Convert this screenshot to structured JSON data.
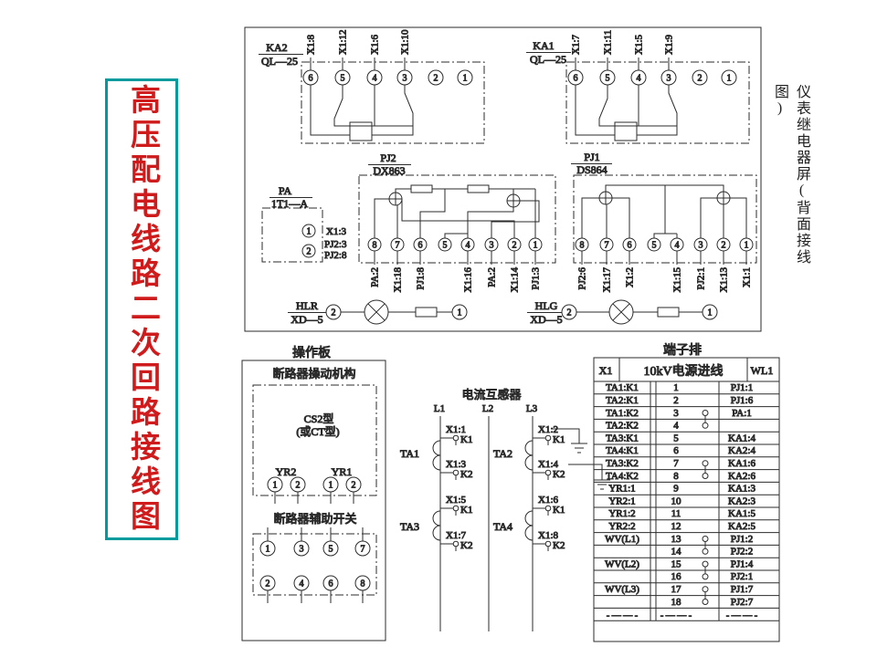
{
  "title": "高压配电线路二次回路接线图",
  "relay_panel": {
    "side_label": "仪表继电器屏(背面接线图)",
    "ka2": {
      "name": "KA2",
      "model": "QL—25",
      "terminals": [
        "6",
        "5",
        "4",
        "3",
        "2",
        "1"
      ],
      "top_labels": [
        "X1:8",
        "X1:12",
        "X1:6",
        "X1:10"
      ]
    },
    "ka1": {
      "name": "KA1",
      "model": "QL—25",
      "terminals": [
        "6",
        "5",
        "4",
        "3",
        "2",
        "1"
      ],
      "top_labels": [
        "X1:7",
        "X1:11",
        "X1:5",
        "X1:9"
      ]
    },
    "pj2": {
      "name": "PJ2",
      "model": "DX863",
      "terminals": [
        "8",
        "7",
        "6",
        "5",
        "4",
        "3",
        "2",
        "1"
      ],
      "bottom_labels": [
        "PA:2",
        "X1:18",
        "PJ1:8",
        "",
        "X1:16",
        "PA:2",
        "X1:14",
        "PJ1:3"
      ]
    },
    "pj1": {
      "name": "PJ1",
      "model": "DS864",
      "terminals": [
        "8",
        "7",
        "6",
        "5",
        "4",
        "3",
        "2",
        "1"
      ],
      "bottom_labels": [
        "PJ2:6",
        "X1:17",
        "X1:2",
        "",
        "X1:15",
        "PJ2:1",
        "X1:13",
        "X1:1"
      ]
    },
    "pa": {
      "name": "PA",
      "model": "1T1—A",
      "terminals": [
        "1",
        "2"
      ],
      "t1_label": "X1:3",
      "t2_labels": [
        "PJ2:3",
        "PJ2:8"
      ]
    },
    "hlr": {
      "name": "HLR",
      "model": "XD—5",
      "left_terminal": "2",
      "right_terminal": "1"
    },
    "hlg": {
      "name": "HLG",
      "model": "XD—5",
      "left_terminal": "2",
      "right_terminal": "1"
    }
  },
  "operation_panel": {
    "title": "操作板",
    "mechanism_title": "断路器操动机构",
    "type_line1": "CS2型",
    "type_line2": "(或CT型)",
    "yr2": "YR2",
    "yr1": "YR1",
    "yr_terminals": [
      "1",
      "2",
      "1",
      "2"
    ],
    "aux_title": "断路器辅助开关",
    "aux_top_terminals": [
      "1",
      "3",
      "5",
      "7"
    ],
    "aux_bottom_terminals": [
      "2",
      "4",
      "6",
      "8"
    ]
  },
  "ct_section": {
    "title": "电流互感器",
    "phases": [
      "L1",
      "L2",
      "L3"
    ],
    "transformers": [
      {
        "name": "TA1",
        "taps": [
          {
            "wire": "X1:1",
            "term": "K1"
          },
          {
            "wire": "X1:3",
            "term": "K2"
          }
        ]
      },
      {
        "name": "TA2",
        "taps": [
          {
            "wire": "X1:2",
            "term": "K1"
          },
          {
            "wire": "X1:4",
            "term": "K2"
          }
        ]
      },
      {
        "name": "TA3",
        "taps": [
          {
            "wire": "X1:5",
            "term": "K1"
          },
          {
            "wire": "X1:7",
            "term": "K2"
          }
        ]
      },
      {
        "name": "TA4",
        "taps": [
          {
            "wire": "X1:6",
            "term": "K1"
          },
          {
            "wire": "X1:8",
            "term": "K2"
          }
        ]
      }
    ]
  },
  "terminal_table": {
    "title": "端子排",
    "header": {
      "left": "X1",
      "middle": "10kV电源进线",
      "right": "WL1"
    },
    "rows": [
      {
        "l": "TA1:K1",
        "n": "1",
        "r": "PJ1:1"
      },
      {
        "l": "TA2:K1",
        "n": "2",
        "r": "PJ1:6"
      },
      {
        "l": "TA1:K2",
        "n": "3",
        "r": "PA:1"
      },
      {
        "l": "TA2:K2",
        "n": "4",
        "r": ""
      },
      {
        "l": "TA3:K1",
        "n": "5",
        "r": "KA1:4"
      },
      {
        "l": "TA4:K1",
        "n": "6",
        "r": "KA2:4"
      },
      {
        "l": "TA3:K2",
        "n": "7",
        "r": "KA1:6"
      },
      {
        "l": "TA4:K2",
        "n": "8",
        "r": "KA2:6"
      },
      {
        "l": "YR1:1",
        "n": "9",
        "r": "KA1:3"
      },
      {
        "l": "YR2:1",
        "n": "10",
        "r": "KA2:3"
      },
      {
        "l": "YR1:2",
        "n": "11",
        "r": "KA1:5"
      },
      {
        "l": "YR2:2",
        "n": "12",
        "r": "KA2:5"
      },
      {
        "l": "WV(L1)",
        "n": "13",
        "r": "PJ1:2"
      },
      {
        "l": "",
        "n": "14",
        "r": "PJ2:2"
      },
      {
        "l": "WV(L2)",
        "n": "15",
        "r": "PJ1:4"
      },
      {
        "l": "",
        "n": "16",
        "r": "PJ2:1"
      },
      {
        "l": "WV(L3)",
        "n": "17",
        "r": "PJ1:7"
      },
      {
        "l": "",
        "n": "18",
        "r": "PJ2:7"
      }
    ],
    "jumpers": [
      [
        3,
        4
      ],
      [
        7,
        8
      ],
      [
        13,
        14
      ],
      [
        15,
        16
      ],
      [
        17,
        18
      ]
    ],
    "dashes": "- — — -"
  }
}
